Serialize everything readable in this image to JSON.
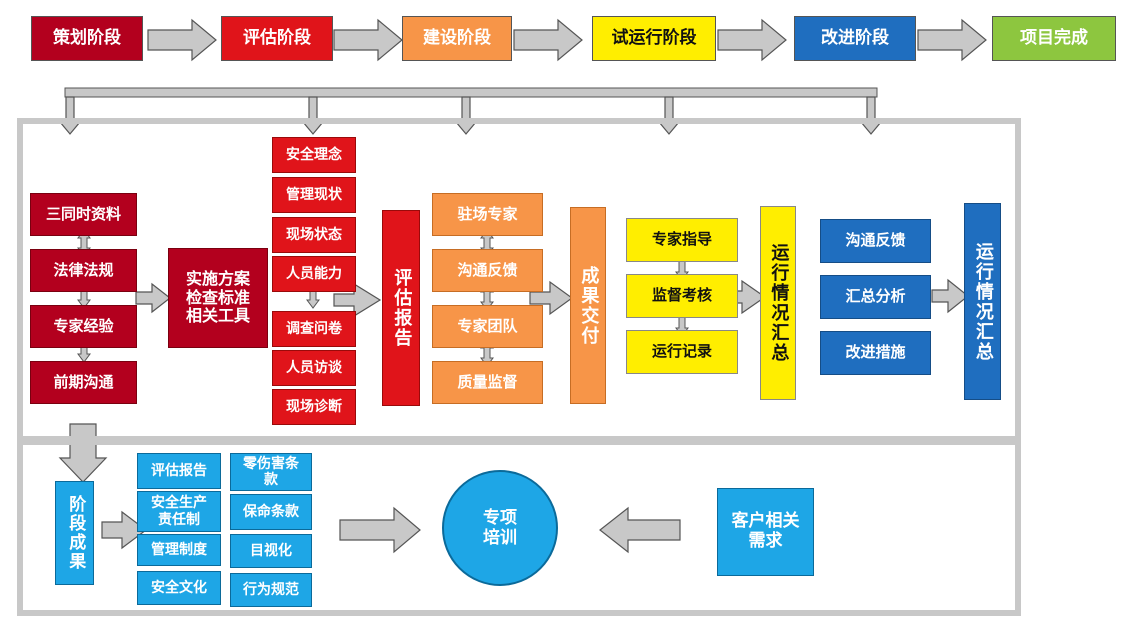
{
  "phases": [
    {
      "label": "策划阶段",
      "color": "#b3001e"
    },
    {
      "label": "评估阶段",
      "color": "#e0141a"
    },
    {
      "label": "建设阶段",
      "color": "#f79548"
    },
    {
      "label": "试运行阶段",
      "color": "#ffee00"
    },
    {
      "label": "改进阶段",
      "color": "#1f6ebf"
    },
    {
      "label": "项目完成",
      "color": "#8dc63f"
    }
  ],
  "planning": {
    "items": [
      "三同时资料",
      "法律法规",
      "专家经验",
      "前期沟通"
    ],
    "result": "实施方案\n检查标准\n相关工具"
  },
  "assessment": {
    "items": [
      "安全理念",
      "管理现状",
      "现场状态",
      "人员能力",
      "调查问卷",
      "人员访谈",
      "现场诊断"
    ],
    "result": "评估报告"
  },
  "construction": {
    "items": [
      "驻场专家",
      "沟通反馈",
      "专家团队",
      "质量监督"
    ],
    "result": "成果交付"
  },
  "trial": {
    "items": [
      "专家指导",
      "监督考核",
      "运行记录"
    ],
    "result": "运行情况汇总"
  },
  "improvement": {
    "items": [
      "沟通反馈",
      "汇总分析",
      "改进措施"
    ],
    "result": "运行情况汇总"
  },
  "bottom": {
    "stage_result": "阶段成果",
    "col1": [
      "评估报告",
      "安全生产\n责任制",
      "管理制度",
      "安全文化"
    ],
    "col2": [
      "零伤害条\n款",
      "保命条款",
      "目视化",
      "行为规范"
    ],
    "training": "专项\n培训",
    "client": "客户相关\n需求"
  },
  "colors": {
    "arrow_fill": "#c8c8c8",
    "panel_border": "#c8c8c8",
    "circle": "#1ea6e6"
  }
}
